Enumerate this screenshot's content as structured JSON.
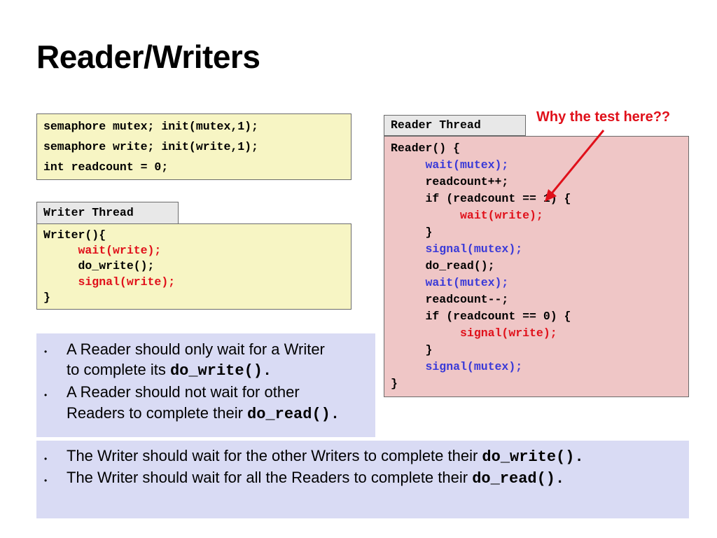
{
  "title": "Reader/Writers",
  "globals": {
    "lines": [
      "semaphore mutex; init(mutex,1);",
      "semaphore write; init(write,1);",
      "int readcount = 0;"
    ]
  },
  "writer": {
    "label": "Writer Thread",
    "lines": [
      "Writer(){",
      "     wait(write);",
      "     do_write();",
      "     signal(write);",
      "}"
    ]
  },
  "reader": {
    "label": "Reader Thread",
    "lines": [
      "Reader() {",
      "     wait(mutex);",
      "     readcount++;",
      "     if (readcount == 1) {",
      "          wait(write);",
      "     }",
      "     signal(mutex);",
      "     do_read();",
      "     wait(mutex);",
      "     readcount--;",
      "     if (readcount == 0) {",
      "          signal(write);",
      "     }",
      "     signal(mutex);",
      "}"
    ]
  },
  "note": "Why the test here??",
  "reader_bullets": {
    "b1_line1": " A Reader should only wait for a Writer",
    "b1_line2_text": "to complete its ",
    "b1_line2_code": "do_write().",
    "b2_line1": " A Reader should not wait for other",
    "b2_line2_text": "Readers to complete their ",
    "b2_line2_code": "do_read().",
    "dot": "•"
  },
  "writer_bullets": {
    "b1_text": "The Writer should wait for the other Writers to complete their ",
    "b1_code": "do_write().",
    "b2_text": "The Writer should wait for all the Readers to complete their ",
    "b2_code": "do_read().",
    "dot": "•"
  },
  "colors": {
    "red": "#e0101a",
    "blue": "#3a3ad8"
  }
}
